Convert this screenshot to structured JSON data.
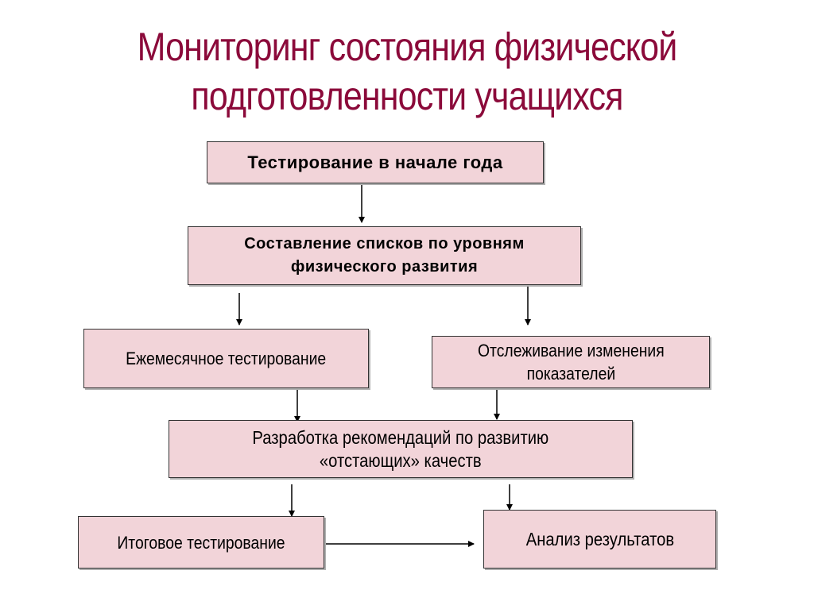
{
  "title": {
    "line1": "Мониторинг состояния физической",
    "line2": "подготовленности учащихся"
  },
  "colors": {
    "title": "#8b0a3a",
    "box_fill": "#f2d4d9",
    "box_border": "#333333",
    "arrow": "#000000"
  },
  "nodes": {
    "start_testing": {
      "text": "Тестирование в начале года"
    },
    "compile_lists": {
      "line1": "Составление списков по уровням",
      "line2": "физического развития"
    },
    "monthly_testing": {
      "text": "Ежемесячное тестирование"
    },
    "track_changes": {
      "line1": "Отслеживание изменения",
      "line2": "показателей"
    },
    "recommendations": {
      "line1": "Разработка рекомендаций по развитию",
      "line2": "«отстающих» качеств"
    },
    "final_testing": {
      "text": "Итоговое тестирование"
    },
    "analysis": {
      "text": "Анализ результатов"
    }
  },
  "edges": [
    {
      "from": "start_testing",
      "to": "compile_lists"
    },
    {
      "from": "compile_lists",
      "to": "monthly_testing"
    },
    {
      "from": "compile_lists",
      "to": "track_changes"
    },
    {
      "from": "monthly_testing",
      "to": "recommendations"
    },
    {
      "from": "track_changes",
      "to": "recommendations"
    },
    {
      "from": "recommendations",
      "to": "final_testing"
    },
    {
      "from": "recommendations",
      "to": "analysis"
    },
    {
      "from": "final_testing",
      "to": "analysis"
    }
  ]
}
